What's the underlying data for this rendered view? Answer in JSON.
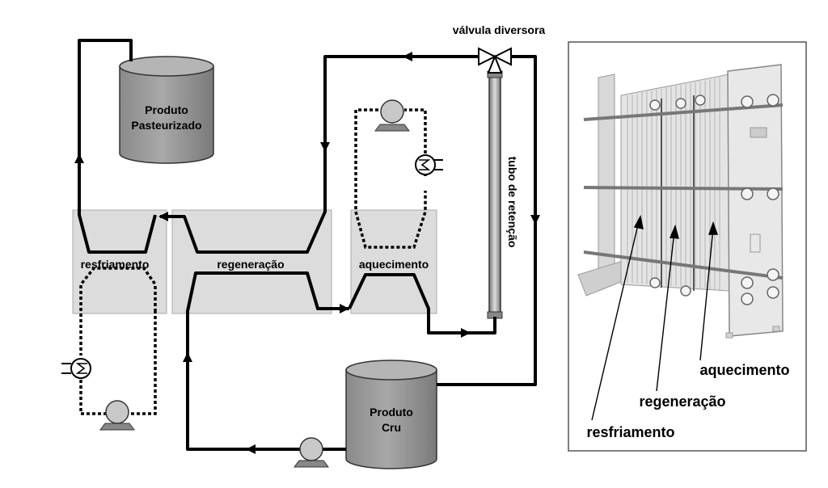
{
  "labels": {
    "valve": "válvula diversora",
    "tank_top_line1": "Produto",
    "tank_top_line2": "Pasteurizado",
    "tank_bottom_line1": "Produto",
    "tank_bottom_line2": "Cru",
    "holding_tube": "tubo de retenção",
    "section_cooling": "resfriamento",
    "section_regen": "regeneração",
    "section_heating": "aquecimento"
  },
  "photo_labels": {
    "heating": "aquecimento",
    "regen": "regeneração",
    "cooling": "resfriamento"
  },
  "colors": {
    "section_fill": "#dcdcdc",
    "tank_fill": "#9a9a9a",
    "line": "#000000",
    "frame": "#cfcfcf"
  }
}
